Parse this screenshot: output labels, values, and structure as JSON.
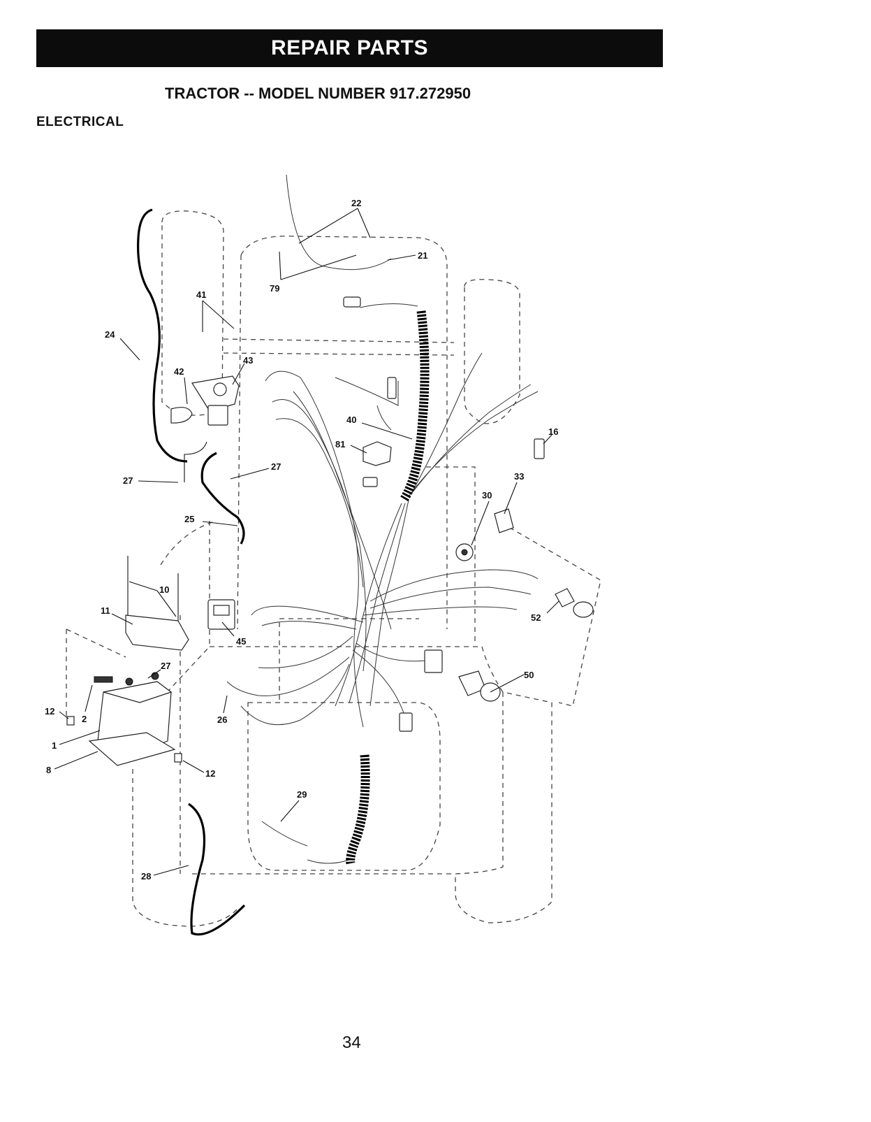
{
  "header": {
    "banner": "REPAIR PARTS"
  },
  "subtitle": "TRACTOR -- MODEL NUMBER 917.272950",
  "section": "ELECTRICAL",
  "page_number": "34",
  "callouts": {
    "c22": "22",
    "c21": "21",
    "c79": "79",
    "c41": "41",
    "c24": "24",
    "c43": "43",
    "c42": "42",
    "c40": "40",
    "c81": "81",
    "c16": "16",
    "c27a": "27",
    "c27b": "27",
    "c33": "33",
    "c30": "30",
    "c25": "25",
    "c10": "10",
    "c11": "11",
    "c45": "45",
    "c52": "52",
    "c27c": "27",
    "c50": "50",
    "c12a": "12",
    "c2": "2",
    "c26": "26",
    "c1": "1",
    "c8": "8",
    "c12b": "12",
    "c29": "29",
    "c28": "28"
  }
}
